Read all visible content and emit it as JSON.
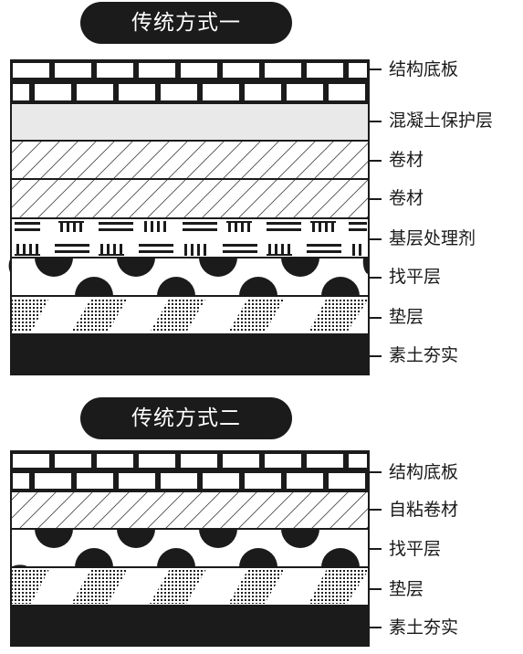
{
  "diagram_1": {
    "title": "传统方式一",
    "layers": [
      {
        "label": "结构底板",
        "pattern": "brick"
      },
      {
        "label": "混凝土保护层",
        "pattern": "light-gray"
      },
      {
        "label": "卷材",
        "pattern": "hatch"
      },
      {
        "label": "卷材",
        "pattern": "hatch"
      },
      {
        "label": "基层处理剂",
        "pattern": "dash-bars"
      },
      {
        "label": "找平层",
        "pattern": "half-circles"
      },
      {
        "label": "垫层",
        "pattern": "dotted-stripes"
      },
      {
        "label": "素土夯实",
        "pattern": "solid-black"
      }
    ]
  },
  "diagram_2": {
    "title": "传统方式二",
    "layers": [
      {
        "label": "结构底板",
        "pattern": "brick"
      },
      {
        "label": "自粘卷材",
        "pattern": "hatch"
      },
      {
        "label": "找平层",
        "pattern": "half-circles"
      },
      {
        "label": "垫层",
        "pattern": "dotted-stripes"
      },
      {
        "label": "素土夯实",
        "pattern": "solid-black"
      }
    ]
  },
  "colors": {
    "ink": "#1b1b1b",
    "concrete": "#e9e9e9",
    "background": "#ffffff"
  }
}
